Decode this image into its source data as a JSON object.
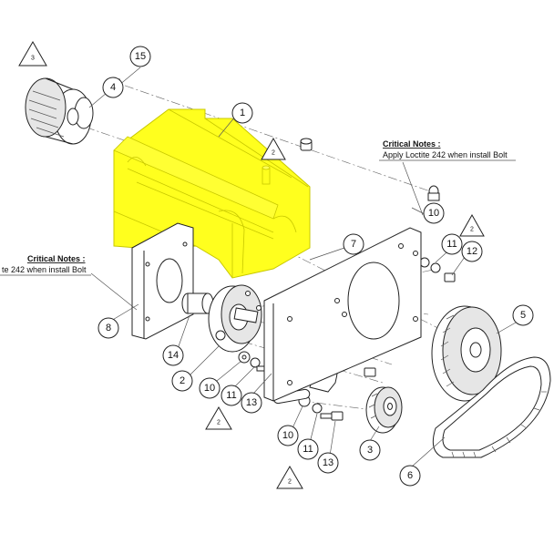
{
  "colors": {
    "highlight": "#ffff1e",
    "highlight_stroke": "#c8c800",
    "line": "#222222",
    "background": "#ffffff"
  },
  "notes": [
    {
      "heading": "Critical Notes :",
      "text": "Apply Loctite 242 when install Bolt"
    },
    {
      "heading": "Critical Notes :",
      "text": "te 242 when install Bolt"
    }
  ],
  "balloons": [
    "1",
    "2",
    "3",
    "4",
    "5",
    "6",
    "7",
    "8",
    "10",
    "10",
    "10",
    "11",
    "11",
    "11",
    "12",
    "13",
    "13",
    "14",
    "15"
  ],
  "triangles": [
    "3",
    "2",
    "2",
    "2"
  ]
}
